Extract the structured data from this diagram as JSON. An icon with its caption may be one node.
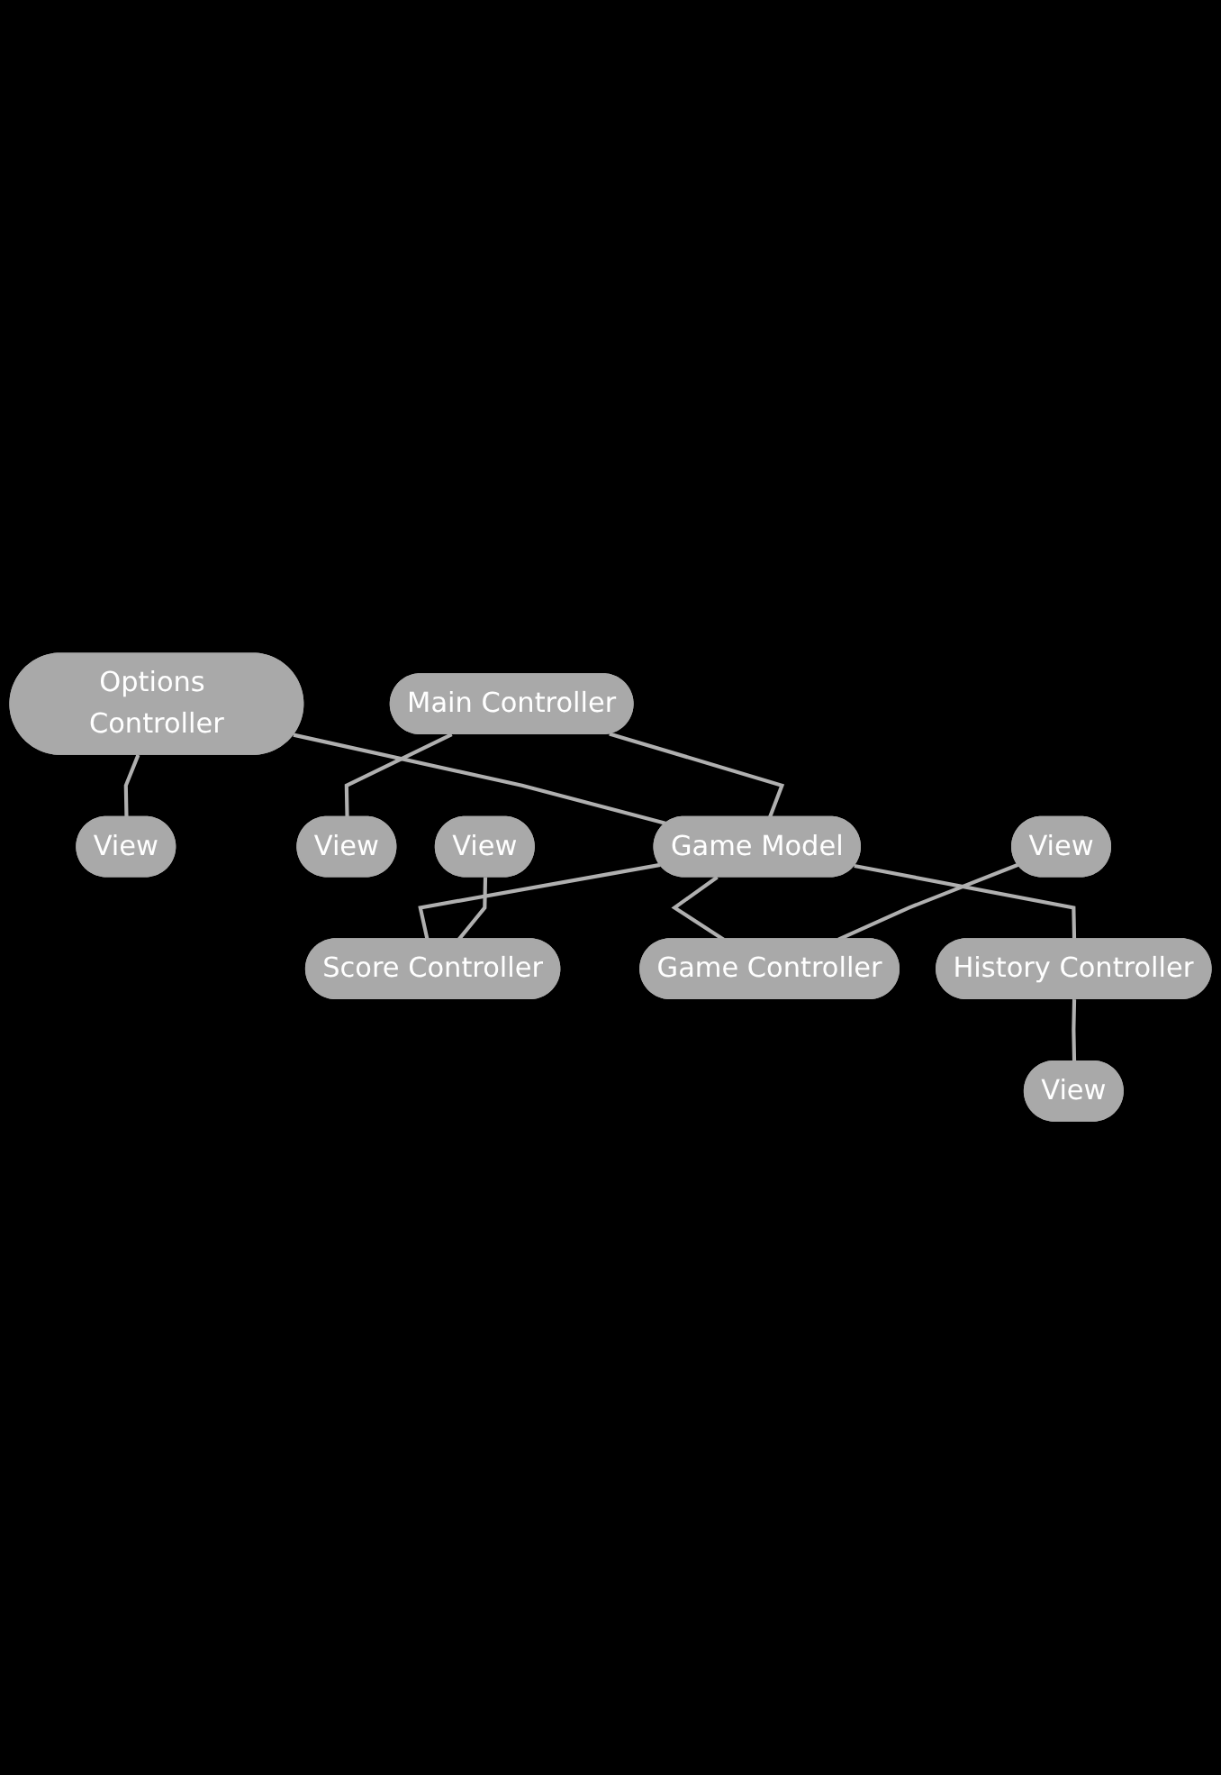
{
  "diagram": {
    "nodes": [
      {
        "text": [
          "Options Controller"
        ]
      },
      {
        "text": [
          "Main Controller"
        ]
      },
      {
        "text": [
          "View"
        ]
      },
      {
        "text": [
          "View"
        ]
      },
      {
        "text": [
          "Game Model"
        ]
      },
      {
        "text": [
          "View"
        ]
      },
      {
        "text": [
          "View"
        ]
      },
      {
        "text": [
          "Score Controller"
        ]
      },
      {
        "text": [
          "Game Controller"
        ]
      },
      {
        "text": [
          "History Controller"
        ]
      },
      {
        "text": [
          "View"
        ]
      }
    ],
    "edges": [
      {
        "from": 0,
        "to": 2,
        "arrow": "none"
      },
      {
        "from": 1,
        "to": 3,
        "arrow": "none"
      },
      {
        "from": 0,
        "to": 4,
        "arrow": "none"
      },
      {
        "from": 1,
        "to": 4,
        "arrow": "none"
      },
      {
        "from": 4,
        "to": 7,
        "arrow": "none"
      },
      {
        "from": 4,
        "to": 8,
        "arrow": "none"
      },
      {
        "from": 4,
        "to": 9,
        "arrow": "none"
      },
      {
        "from": 5,
        "to": 7,
        "arrow": "none"
      },
      {
        "from": 6,
        "to": 8,
        "arrow": "none"
      },
      {
        "from": 9,
        "to": 10,
        "arrow": "none"
      }
    ]
  }
}
